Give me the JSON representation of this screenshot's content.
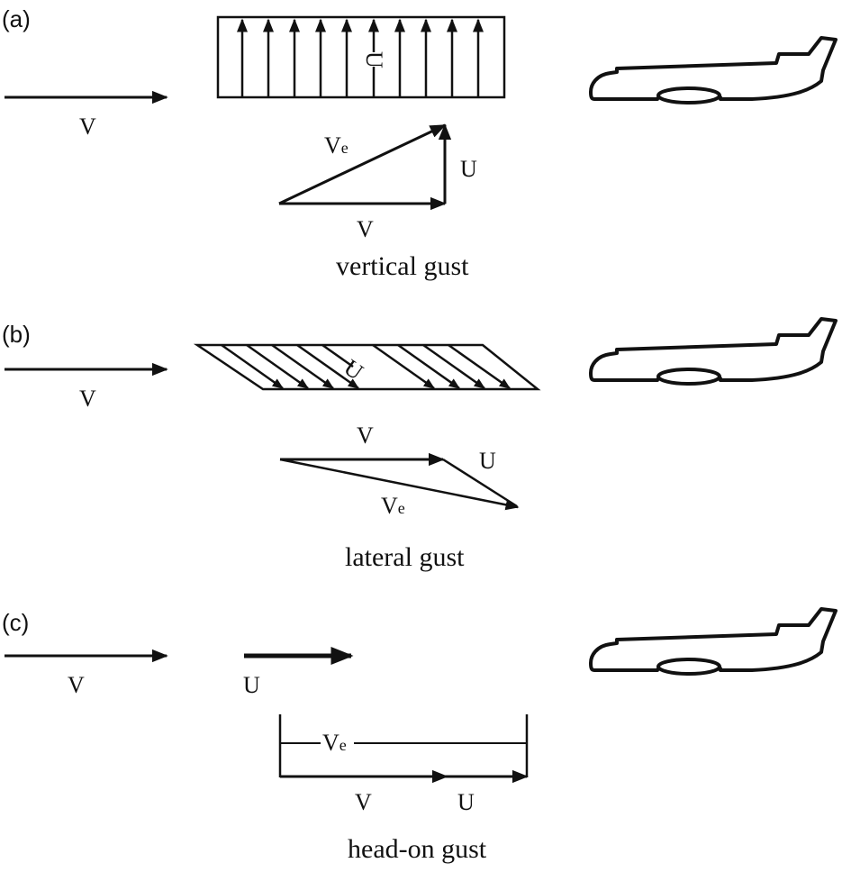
{
  "figure": {
    "panels": [
      {
        "id": "a",
        "label": "(a)",
        "freestream_label": "V",
        "gust_label": "U",
        "gust_direction": "vertical (upward)",
        "gust_arrow_count": 10,
        "triangle": {
          "v_label": "V",
          "u_label": "U",
          "ve_label": "V",
          "ve_subscript": "e"
        },
        "caption": "vertical gust"
      },
      {
        "id": "b",
        "label": "(b)",
        "freestream_label": "V",
        "gust_label": "U",
        "gust_direction": "lateral (diagonal)",
        "gust_arrow_count": 10,
        "triangle": {
          "v_label": "V",
          "u_label": "U",
          "ve_label": "V",
          "ve_subscript": "e"
        },
        "caption": "lateral gust"
      },
      {
        "id": "c",
        "label": "(c)",
        "freestream_label": "V",
        "gust_label": "U",
        "gust_direction": "head-on (horizontal)",
        "sum": {
          "v_label": "V",
          "u_label": "U",
          "ve_label": "V",
          "ve_subscript": "e"
        },
        "caption": "head-on gust"
      }
    ],
    "icons": [
      "airplane-icon"
    ]
  }
}
